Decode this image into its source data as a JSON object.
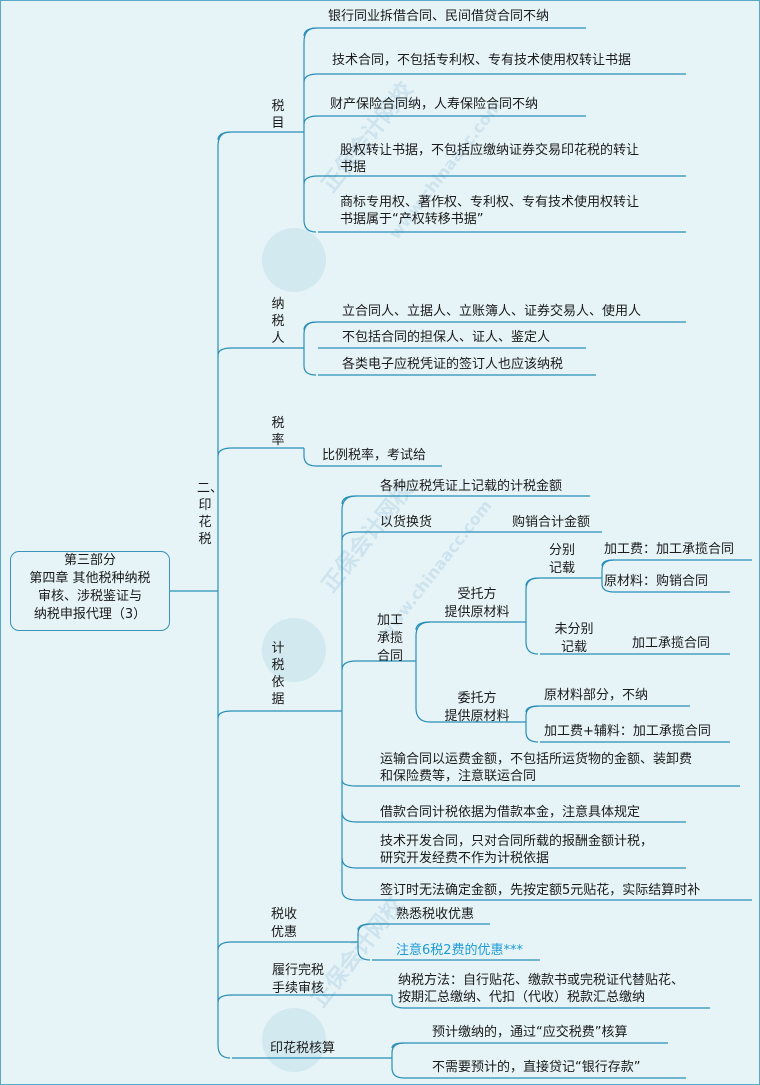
{
  "root": {
    "lines": [
      "第三部分",
      "第四章 其他税种纳税",
      "审核、涉税鉴证与",
      "纳税申报代理（3）"
    ]
  },
  "level1": "二、印花税",
  "tax_items": {
    "label": "税目",
    "items": [
      "银行同业拆借合同、民间借贷合同不纳",
      "技术合同，不包括专利权、专有技术使用权转让书据",
      "财产保险合同纳，人寿保险合同不纳",
      [
        "股权转让书据，不包括应缴纳证券交易印花税的转让",
        "书据"
      ],
      [
        "商标专用权、著作权、专利权、专有技术使用权转让",
        "书据属于“产权转移书据”"
      ]
    ]
  },
  "taxpayer": {
    "label": "纳税人",
    "items": [
      "立合同人、立据人、立账簿人、证券交易人、使用人",
      "不包括合同的担保人、证人、鉴定人",
      "各类电子应税凭证的签订人也应该纳税"
    ]
  },
  "rate": {
    "label": "税率",
    "item": "比例税率，考试给"
  },
  "basis": {
    "label": "计税依据",
    "first": "各种应税凭证上记载的计税金额",
    "barter": {
      "label": "以货换货",
      "value": "购销合计金额"
    },
    "processing": {
      "label": [
        "加工",
        "承揽",
        "合同"
      ],
      "entrusted_provides": {
        "label": [
          "受托方",
          "提供原材料"
        ],
        "separate": {
          "label": [
            "分别",
            "记载"
          ],
          "items": [
            "加工费：加工承揽合同",
            "原材料：购销合同"
          ]
        },
        "not_separate": {
          "label": [
            "未分别",
            "记载"
          ],
          "item": "加工承揽合同"
        }
      },
      "client_provides": {
        "label": [
          "委托方",
          "提供原材料"
        ],
        "items": [
          "原材料部分，不纳",
          "加工费+辅料：加工承揽合同"
        ]
      }
    },
    "others": [
      [
        "运输合同以运费金额，不包括所运货物的金额、装卸费",
        "和保险费等，注意联运合同"
      ],
      [
        "借款合同计税依据为借款本金，注意具体规定"
      ],
      [
        "技术开发合同，只对合同所载的报酬金额计税，",
        "研究开发经费不作为计税依据"
      ],
      [
        "签订时无法确定金额，先按定额5元贴花，实际结算时补"
      ]
    ]
  },
  "preference": {
    "label": [
      "税收",
      "优惠"
    ],
    "items": [
      "熟悉税收优惠",
      "注意6税2费的优惠***"
    ]
  },
  "procedure": {
    "label": [
      "履行完税",
      "手续审核"
    ],
    "lines": [
      "纳税方法：自行贴花、缴款书或完税证代替贴花、",
      "按期汇总缴纳、代扣（代收）税款汇总缴纳"
    ]
  },
  "accounting": {
    "label": "印花税核算",
    "items": [
      "预计缴纳的，通过“应交税费”核算",
      "不需要预计的，直接贷记“银行存款”"
    ]
  },
  "watermark": {
    "texts": [
      "正保会计网校",
      "www.chinaacc.com"
    ]
  },
  "colors": {
    "background": "#e6f4f8",
    "line": "#2a8fb8",
    "highlight": "#1e9ad6"
  }
}
